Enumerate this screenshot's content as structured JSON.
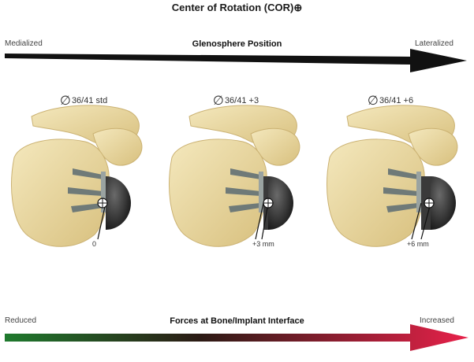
{
  "title": "Center of Rotation (COR)⊕",
  "top_arrow": {
    "left_label": "Medialized",
    "center_label": "Glenosphere Position",
    "right_label": "Lateralized"
  },
  "bottom_arrow": {
    "left_label": "Reduced",
    "center_label": "Forces at Bone/Implant Interface",
    "right_label": "Increased"
  },
  "diameter_symbol": "∅",
  "panels": [
    {
      "caption": "36/41 std",
      "offset_label": "0"
    },
    {
      "caption": "36/41 +3",
      "offset_label": "+3 mm"
    },
    {
      "caption": "36/41 +6",
      "offset_label": "+6 mm"
    }
  ],
  "colors": {
    "bone": "#ecdca3",
    "bone_shadow": "#d9c27e",
    "glenosphere": "#2a2a2a",
    "top_arrow": "#111111",
    "bottom_arrow_start": "#1f7a2e",
    "bottom_arrow_end": "#e8214a"
  }
}
